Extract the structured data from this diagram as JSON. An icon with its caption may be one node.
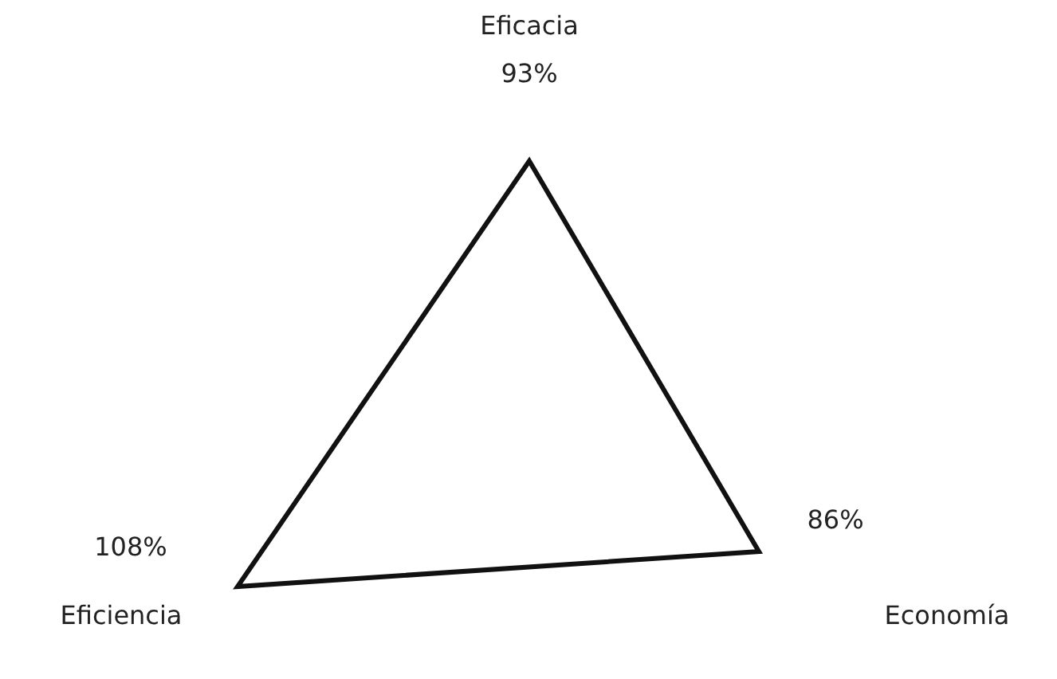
{
  "diagram": {
    "labels": [
      "Eficacia",
      "93%",
      "108%",
      "86%",
      "Eficiencia",
      "Economía"
    ]
  }
}
